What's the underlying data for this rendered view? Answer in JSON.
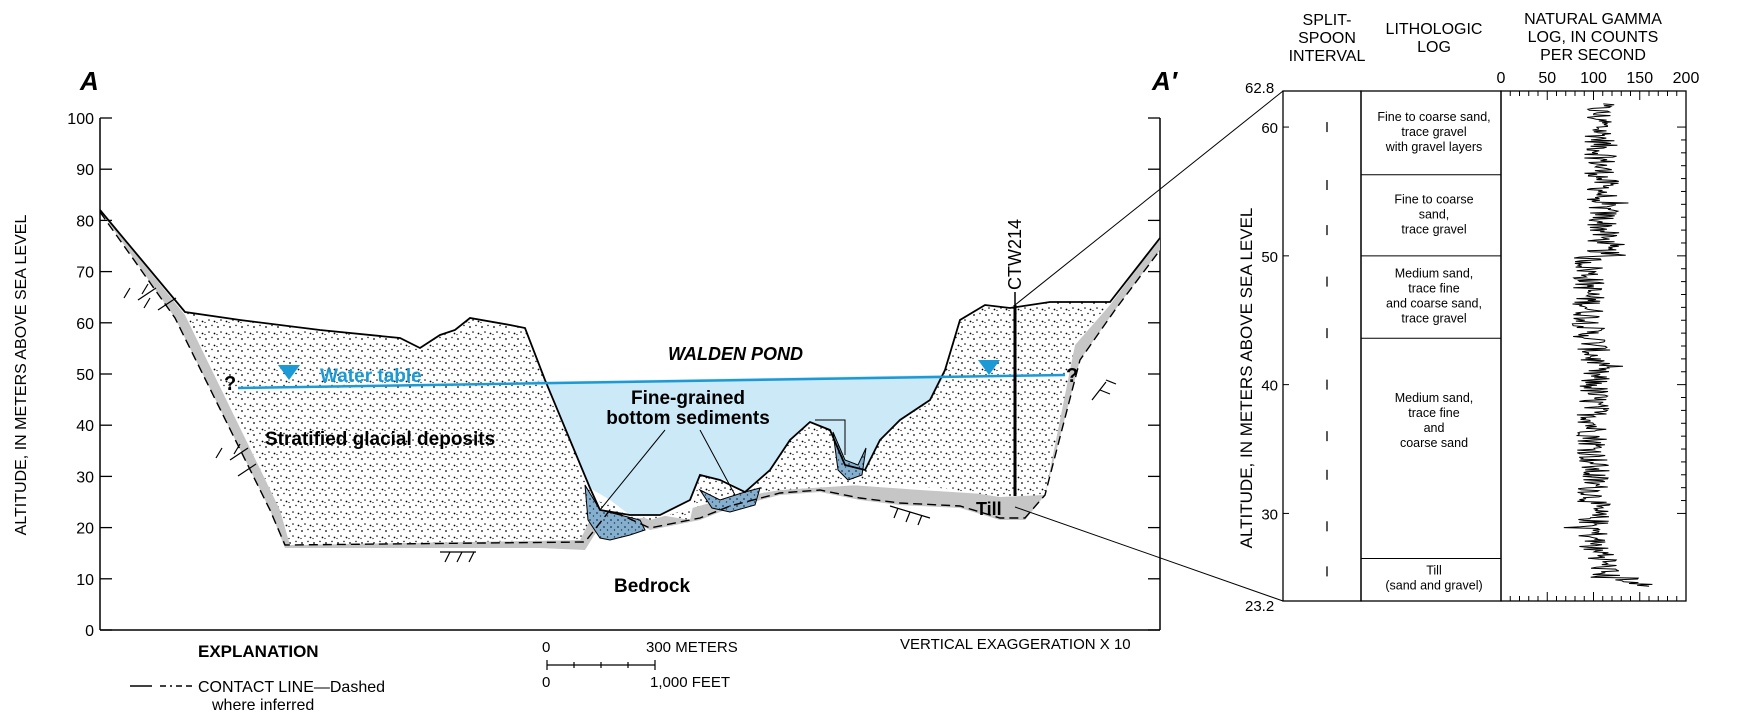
{
  "section": {
    "label_left": "A",
    "label_right": "A′",
    "y_axis_title": "ALTITUDE, IN METERS  ABOVE SEA LEVEL",
    "y_ticks": [
      "100",
      "90",
      "80",
      "70",
      "60",
      "50",
      "40",
      "30",
      "20",
      "10",
      "0"
    ],
    "labels": {
      "water_table": "Water table",
      "question": "?",
      "pond": "WALDEN POND",
      "fine_grained_1": "Fine-grained",
      "fine_grained_2": "bottom sediments",
      "stratified": "Stratified glacial deposits",
      "bedrock": "Bedrock",
      "till": "Till",
      "well": "CTW214"
    },
    "explanation_title": "EXPLANATION",
    "contact_line_1": "CONTACT LINE—Dashed",
    "contact_line_2": "where inferred",
    "scale_zero": "0",
    "scale_meters": "300 METERS",
    "scale_feet": "1,000 FEET",
    "exaggeration": "VERTICAL EXAGGERATION X 10"
  },
  "log": {
    "split_spoon_title": [
      "SPLIT-",
      "SPOON",
      "INTERVAL"
    ],
    "lithologic_title": [
      "LITHOLOGIC",
      "LOG"
    ],
    "gamma_title": [
      "NATURAL GAMMA",
      "LOG, IN COUNTS",
      "PER SECOND"
    ],
    "gamma_ticks": [
      "0",
      "50",
      "100",
      "150",
      "200"
    ],
    "y_axis_title": "ALTITUDE, IN METERS ABOVE SEA LEVEL",
    "top_value": "62.8",
    "bottom_value": "23.2",
    "y_ticks": [
      "60",
      "50",
      "40",
      "30"
    ],
    "units": [
      [
        "Fine to coarse sand,",
        "trace gravel",
        "with gravel layers"
      ],
      [
        "Fine to coarse",
        "sand,",
        "trace gravel"
      ],
      [
        "Medium sand,",
        "trace fine",
        "and coarse sand,",
        "trace gravel"
      ],
      [
        "Medium sand,",
        "trace fine",
        "and",
        "coarse sand"
      ],
      [
        "Till",
        "(sand and gravel)"
      ]
    ]
  },
  "colors": {
    "water": "#1b9ad6",
    "pond_fill": "#cce9f7",
    "sediment_fill": "#86aecd",
    "till_fill": "#c6c6c6",
    "ink": "#000000"
  }
}
